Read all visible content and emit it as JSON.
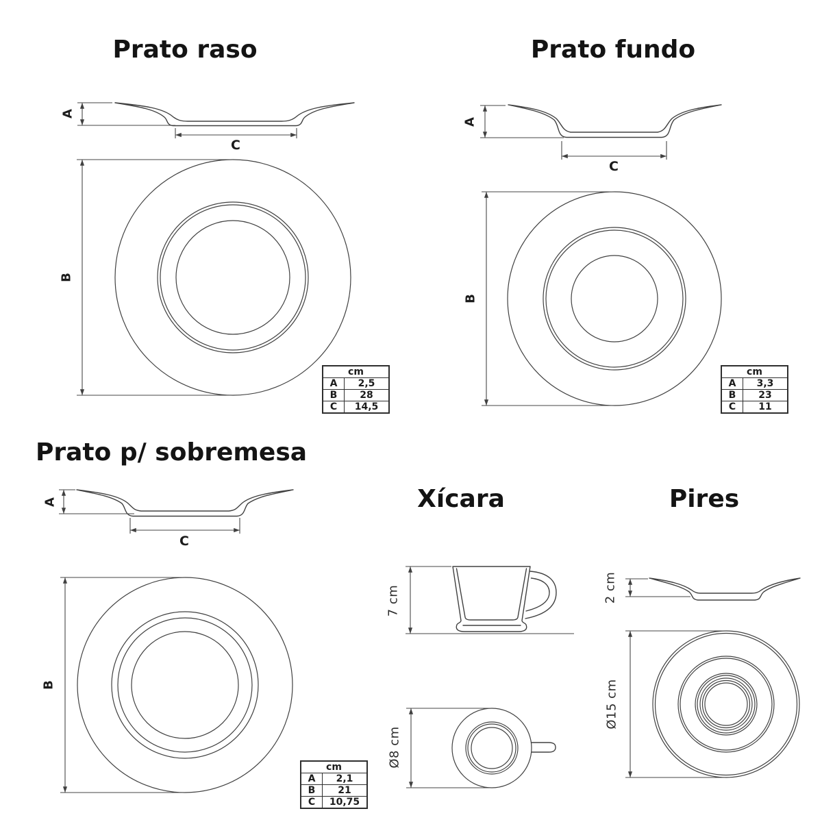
{
  "colors": {
    "background": "#ffffff",
    "line": "#404040",
    "text": "#141414"
  },
  "sections": {
    "prato_raso": {
      "title": "Prato raso",
      "dim_labels": {
        "a": "A",
        "b": "B",
        "c": "C"
      },
      "table": {
        "unit": "cm",
        "rows": [
          [
            "A",
            "2,5"
          ],
          [
            "B",
            "28"
          ],
          [
            "C",
            "14,5"
          ]
        ]
      }
    },
    "prato_fundo": {
      "title": "Prato fundo",
      "dim_labels": {
        "a": "A",
        "b": "B",
        "c": "C"
      },
      "table": {
        "unit": "cm",
        "rows": [
          [
            "A",
            "3,3"
          ],
          [
            "B",
            "23"
          ],
          [
            "C",
            "11"
          ]
        ]
      }
    },
    "prato_sobremesa": {
      "title": "Prato p/ sobremesa",
      "dim_labels": {
        "a": "A",
        "b": "B",
        "c": "C"
      },
      "table": {
        "unit": "cm",
        "rows": [
          [
            "A",
            "2,1"
          ],
          [
            "B",
            "21"
          ],
          [
            "C",
            "10,75"
          ]
        ]
      }
    },
    "xicara": {
      "title": "Xícara",
      "height_label": "7 cm",
      "diameter_label": "Ø8 cm"
    },
    "pires": {
      "title": "Pires",
      "height_label": "2 cm",
      "diameter_label": "Ø15 cm"
    }
  }
}
